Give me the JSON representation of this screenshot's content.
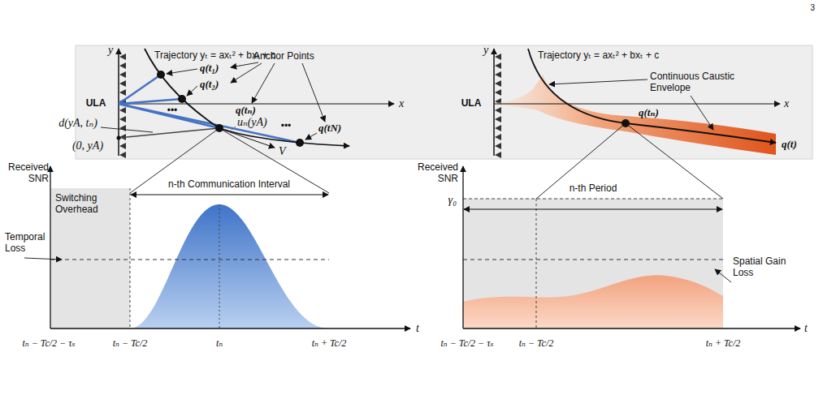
{
  "diagram": {
    "labels": [
      "3",
      "y",
      "Trajectory yₜ = axₜ² + bxₜ + c",
      "q(t₁)",
      "Anchor Points",
      "q(t₂)",
      "ULA",
      "x",
      "•••",
      "q(tₙ)",
      "uₙ(yA)",
      "•••",
      "q(tN)",
      "d(yA, tₙ)",
      "(0, yA)",
      "V",
      "y",
      "Trajectory yₜ = axₜ² + bxₜ + c",
      "ULA",
      "x",
      "Continuous Caustic Envelope",
      "q(tₙ)",
      "q(t)",
      "Received SNR",
      "Switching Overhead",
      "n-th Communication Interval",
      "Temporal Loss",
      "tₙ − Tc/2 − τₛ",
      "tₙ − Tc/2",
      "tₙ",
      "tₙ + Tc/2",
      "t",
      "Received SNR",
      "γ₀",
      "n-th Period",
      "Spatial Gain Loss",
      "tₙ − Tc/2 − τₛ",
      "tₙ − Tc/2",
      "tₙ + Tc/2",
      "t"
    ]
  }
}
